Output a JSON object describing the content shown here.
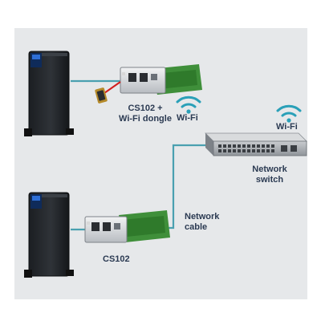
{
  "labels": {
    "cs102_top_line1": "CS102 +",
    "cs102_top_line2": "Wi-Fi dongle",
    "wifi_near_card": "Wi-Fi",
    "wifi_near_switch": "Wi-Fi",
    "network_switch_line1": "Network",
    "network_switch_line2": "switch",
    "network_cable_line1": "Network",
    "network_cable_line2": "cable",
    "cs102_bottom": "CS102"
  },
  "colors": {
    "background_panel": "#e6e8ea",
    "cable": "#4aa0b0",
    "wifi_icon": "#2aa0b8",
    "dongle_cable": "#d21f1f",
    "text": "#2b3a52"
  },
  "icons": [
    "ups-tower-icon",
    "network-card-icon",
    "wifi-dongle-icon",
    "wifi-icon",
    "network-switch-icon"
  ]
}
